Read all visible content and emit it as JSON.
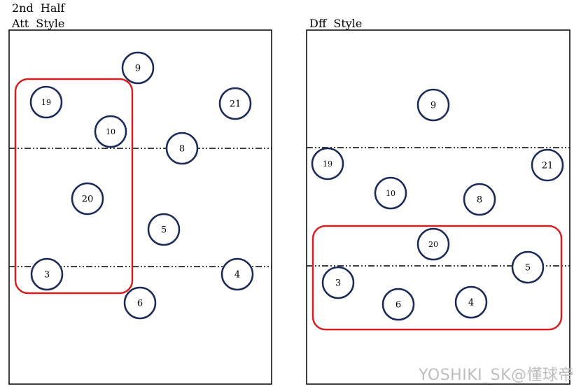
{
  "left": {
    "title_line1": "2nd  Half",
    "title_line2": "Att  Style",
    "players": [
      "9",
      "19",
      "21",
      "10",
      "8",
      "20",
      "5",
      "3",
      "4",
      "6"
    ]
  },
  "right": {
    "title": "Dff  Style",
    "players": [
      "9",
      "19",
      "21",
      "10",
      "8",
      "20",
      "5",
      "3",
      "6",
      "4"
    ]
  },
  "watermark": "YOSHIKI_SK@懂球帝",
  "colors": {
    "player_ring": "#1b2a57",
    "highlight_box": "#d42020",
    "field_border": "#000000"
  }
}
